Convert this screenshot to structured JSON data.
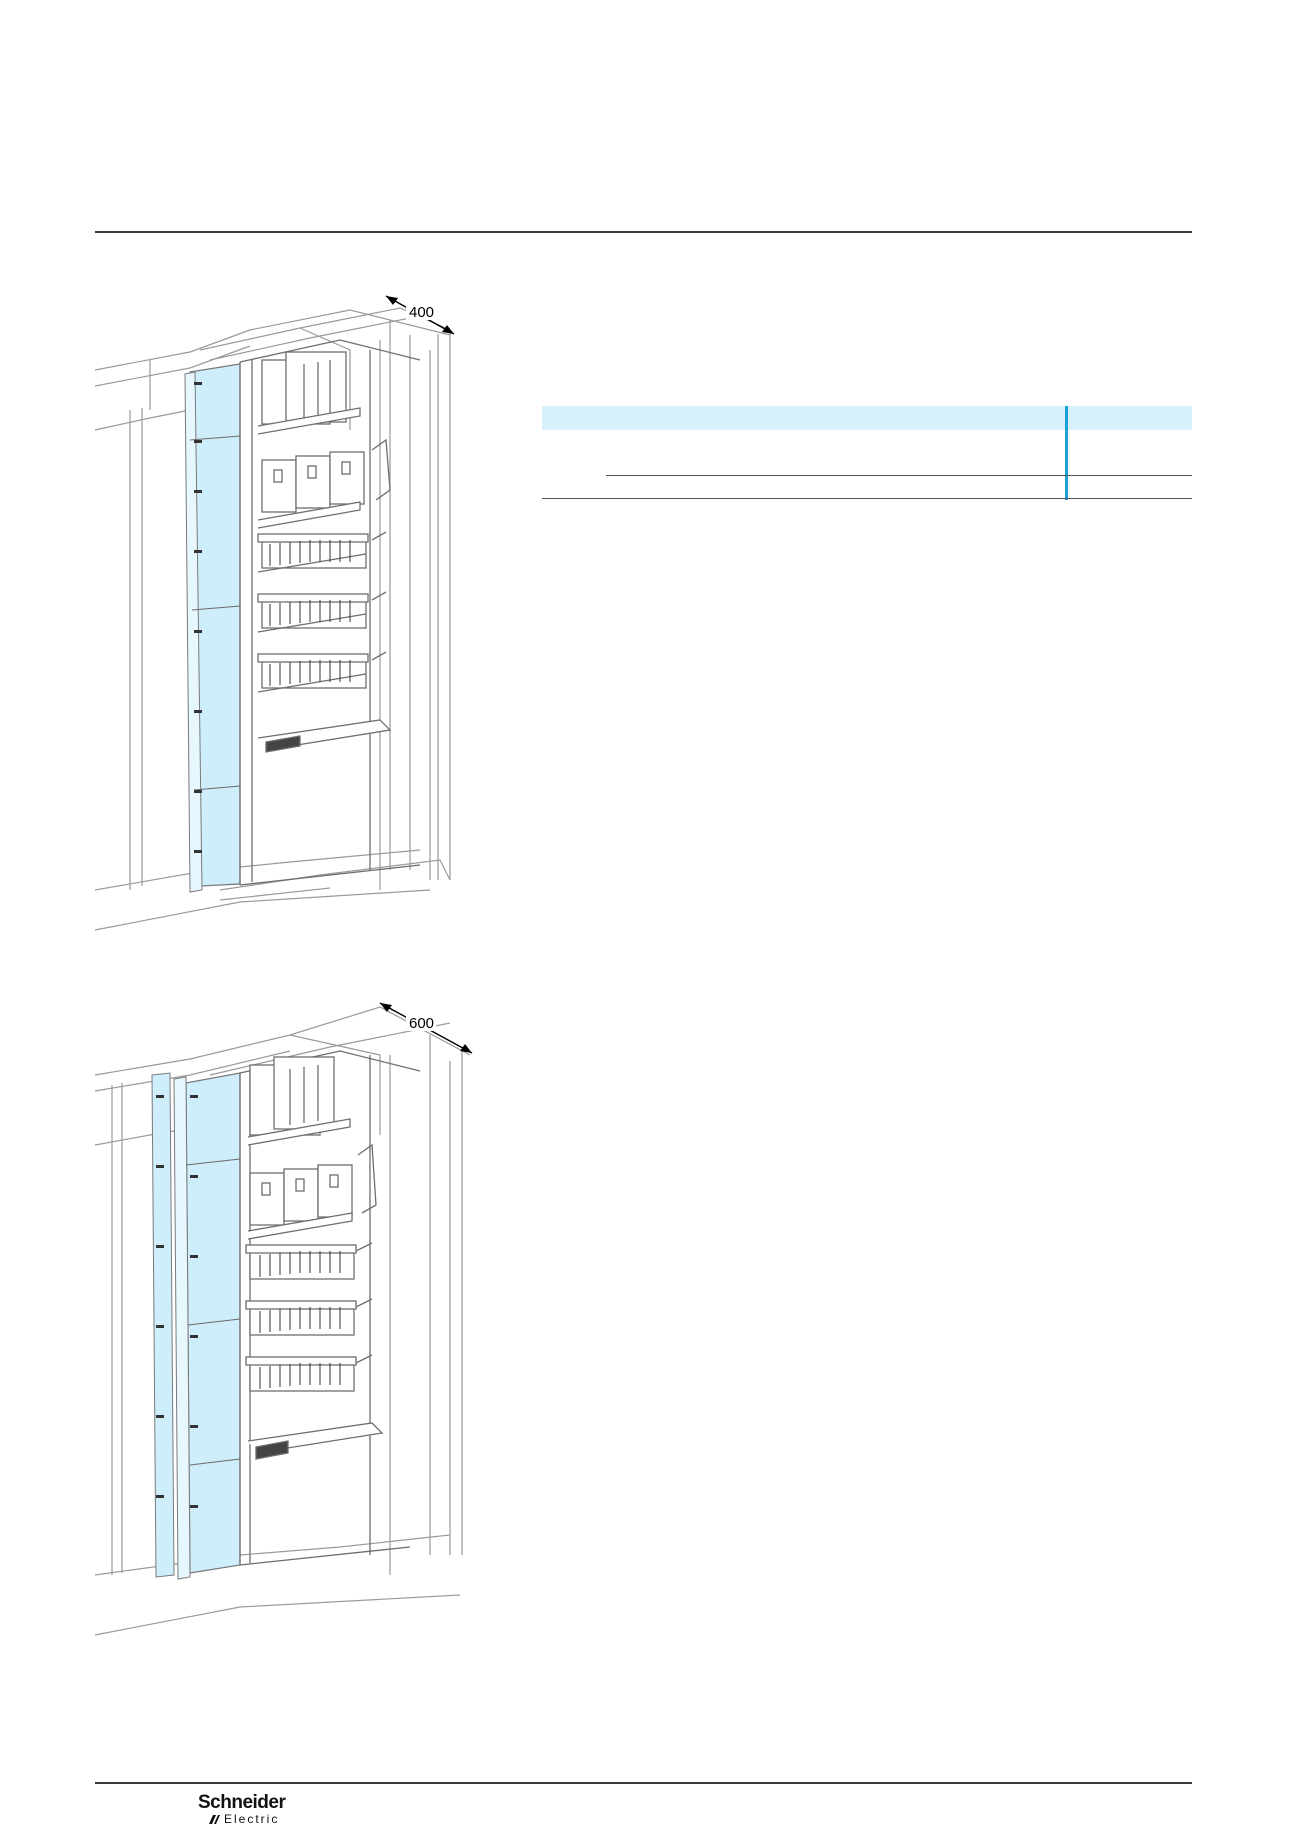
{
  "figures": [
    {
      "dimension_label": "400"
    },
    {
      "dimension_label": "600"
    }
  ],
  "footer": {
    "brand_name": "Schneider",
    "brand_sub": "Electric"
  },
  "colors": {
    "panel_fill": "#cfeefb",
    "table_header": "#d6f1fc",
    "table_accent": "#1aa1dc",
    "frame_line": "#8a8a8a"
  }
}
